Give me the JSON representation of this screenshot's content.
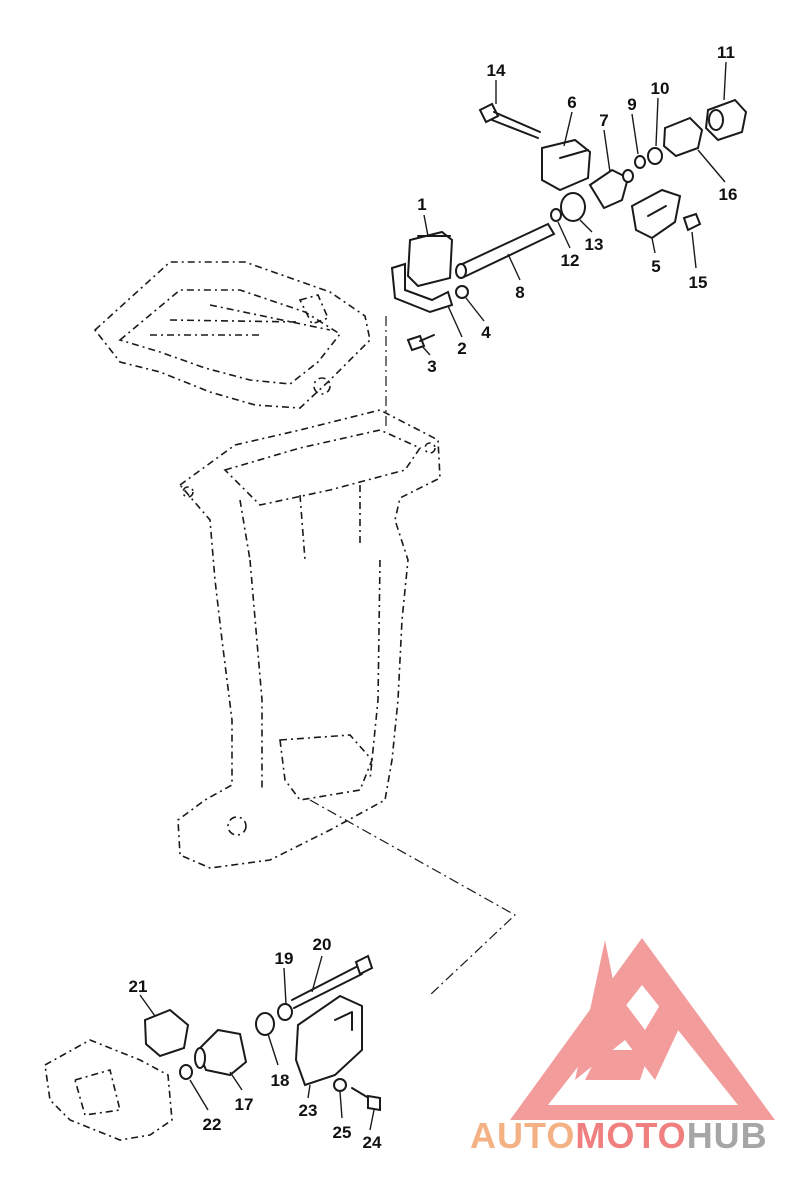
{
  "diagram": {
    "callouts": [
      {
        "id": "1",
        "label": "1"
      },
      {
        "id": "2",
        "label": "2"
      },
      {
        "id": "3",
        "label": "3"
      },
      {
        "id": "4",
        "label": "4"
      },
      {
        "id": "5",
        "label": "5"
      },
      {
        "id": "6",
        "label": "6"
      },
      {
        "id": "7",
        "label": "7"
      },
      {
        "id": "8",
        "label": "8"
      },
      {
        "id": "9",
        "label": "9"
      },
      {
        "id": "10",
        "label": "10"
      },
      {
        "id": "11",
        "label": "11"
      },
      {
        "id": "12",
        "label": "12"
      },
      {
        "id": "13",
        "label": "13"
      },
      {
        "id": "14",
        "label": "14"
      },
      {
        "id": "15",
        "label": "15"
      },
      {
        "id": "16",
        "label": "16"
      },
      {
        "id": "17",
        "label": "17"
      },
      {
        "id": "18",
        "label": "18"
      },
      {
        "id": "19",
        "label": "19"
      },
      {
        "id": "20",
        "label": "20"
      },
      {
        "id": "21",
        "label": "21"
      },
      {
        "id": "22",
        "label": "22"
      },
      {
        "id": "23",
        "label": "23"
      },
      {
        "id": "24",
        "label": "24"
      },
      {
        "id": "25",
        "label": "25"
      }
    ]
  },
  "watermark": {
    "word_auto": "AUTO",
    "word_moto": "MOTO",
    "word_hub": "HUB",
    "color_auto": "#f4b183",
    "color_moto": "#f08080",
    "color_hub": "#a6a6a6",
    "logo_color": "#f28b8b"
  }
}
